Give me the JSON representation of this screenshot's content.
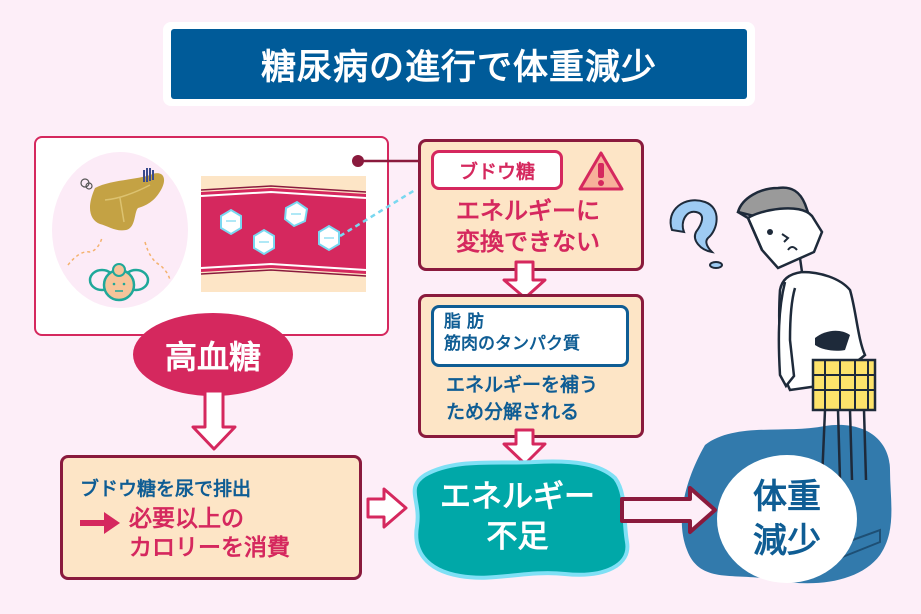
{
  "title": "糖尿病の進行で体重減少",
  "high_blood_sugar": {
    "label": "高血糖"
  },
  "glucose_box": {
    "tag": "ブドウ糖",
    "warning_icon": "warning-triangle-icon",
    "line1": "エネルギーに",
    "line2": "変換できない"
  },
  "breakdown_box": {
    "tag_line1": "脂 肪",
    "tag_line2": "筋肉のタンパク質",
    "line1": "エネルギーを補う",
    "line2": "ため分解される"
  },
  "excretion_box": {
    "line1": "ブドウ糖を尿で排出",
    "arrow_icon": "right-arrow-icon",
    "line2": "必要以上の",
    "line3": "カロリーを消費"
  },
  "energy_shortage": {
    "line1": "エネルギー",
    "line2": "不足"
  },
  "weight_loss": {
    "line1": "体重",
    "line2": "減少"
  },
  "illustrations": {
    "pancreas": "pancreas-illustration",
    "blood_vessel": "blood-vessel-glucose-illustration",
    "insulin": "insulin-character-illustration",
    "man": "confused-thin-man-illustration",
    "question_mark": "question-mark-icon"
  },
  "colors": {
    "background": "#fdeef8",
    "title_bg": "#005b99",
    "accent_pink": "#d5285e",
    "dark_crimson": "#8a1a3d",
    "box_fill": "#fde5c6",
    "teal": "#00a8a8",
    "steel_blue": "#327aac",
    "text_blue": "#0f5d94"
  }
}
